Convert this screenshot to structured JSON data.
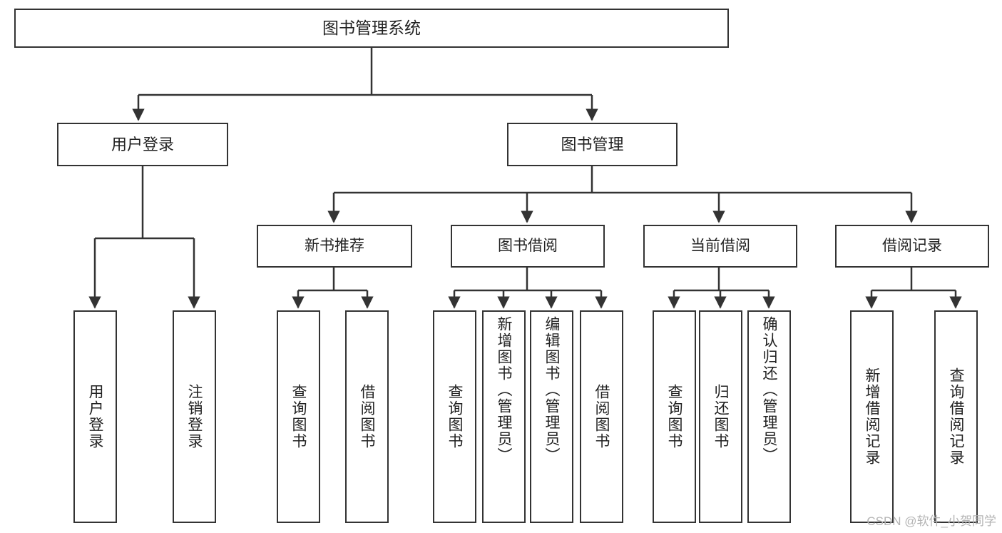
{
  "diagram": {
    "type": "tree-hierarchy-chart",
    "title": "图书管理系统",
    "root": {
      "label": "图书管理系统"
    },
    "tier1": [
      {
        "id": "user-login",
        "label": "用户登录"
      },
      {
        "id": "book-management",
        "label": "图书管理"
      }
    ],
    "tier2": [
      {
        "id": "new-book-recommend",
        "label": "新书推荐",
        "parent": "book-management"
      },
      {
        "id": "book-borrow",
        "label": "图书借阅",
        "parent": "book-management"
      },
      {
        "id": "current-borrow",
        "label": "当前借阅",
        "parent": "book-management"
      },
      {
        "id": "borrow-record",
        "label": "借阅记录",
        "parent": "book-management"
      }
    ],
    "leaves": [
      {
        "id": "leaf-user-login",
        "label": "用户登录",
        "parent": "user-login"
      },
      {
        "id": "leaf-logout-login",
        "label": "注销登录",
        "parent": "user-login"
      },
      {
        "id": "leaf-query-book-1",
        "label": "查询图书",
        "parent": "new-book-recommend"
      },
      {
        "id": "leaf-borrow-book-1",
        "label": "借阅图书",
        "parent": "new-book-recommend"
      },
      {
        "id": "leaf-query-book-2",
        "label": "查询图书",
        "parent": "book-borrow"
      },
      {
        "id": "leaf-add-book",
        "label": "新增图书（管理员）",
        "parent": "book-borrow"
      },
      {
        "id": "leaf-edit-book",
        "label": "编辑图书（管理员）",
        "parent": "book-borrow"
      },
      {
        "id": "leaf-borrow-book-2",
        "label": "借阅图书",
        "parent": "book-borrow"
      },
      {
        "id": "leaf-query-book-3",
        "label": "查询图书",
        "parent": "current-borrow"
      },
      {
        "id": "leaf-return-book",
        "label": "归还图书",
        "parent": "current-borrow"
      },
      {
        "id": "leaf-confirm-return",
        "label": "确认归还（管理员）",
        "parent": "current-borrow"
      },
      {
        "id": "leaf-add-borrow-record",
        "label": "新增借阅记录",
        "parent": "borrow-record"
      },
      {
        "id": "leaf-query-borrow-record",
        "label": "查询借阅记录",
        "parent": "borrow-record"
      }
    ],
    "watermark": "CSDN @软件_小贺同学",
    "colors": {
      "stroke": "#333333",
      "background": "#ffffff",
      "text": "#222222",
      "watermark": "#b4b4b4"
    }
  }
}
